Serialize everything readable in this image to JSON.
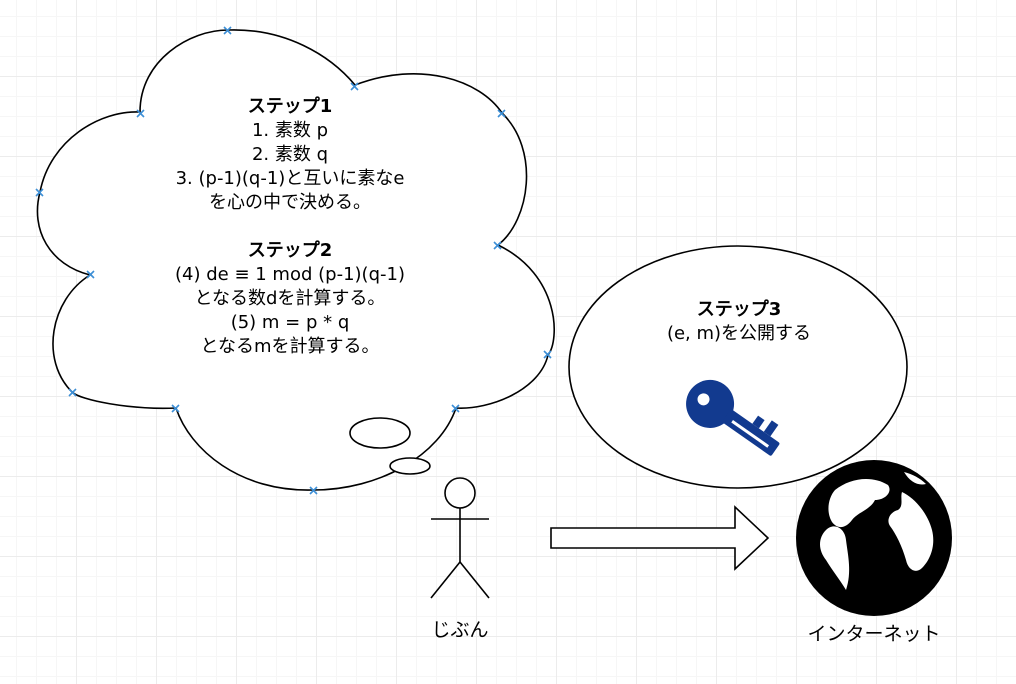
{
  "thought_cloud": {
    "step1": {
      "title": "ステップ1",
      "lines": [
        "1. 素数 p",
        "2. 素数 q",
        "3. (p-1)(q-1)と互いに素なe",
        "を心の中で決める。"
      ]
    },
    "step2": {
      "title": "ステップ2",
      "lines": [
        "(4) de ≡ 1 mod (p-1)(q-1)",
        "となる数dを計算する。",
        "(5) m = p * q",
        "となるmを計算する。"
      ]
    }
  },
  "step3_bubble": {
    "title": "ステップ3",
    "line": "(e, m)を公開する"
  },
  "icons": {
    "key": "key-icon",
    "person": "stick-figure-icon",
    "globe": "globe-icon",
    "arrow": "arrow-right-icon"
  },
  "labels": {
    "self": "じぶん",
    "internet": "インターネット"
  },
  "colors": {
    "key": "#123a8f",
    "selection_marker": "#3d8fd6"
  }
}
